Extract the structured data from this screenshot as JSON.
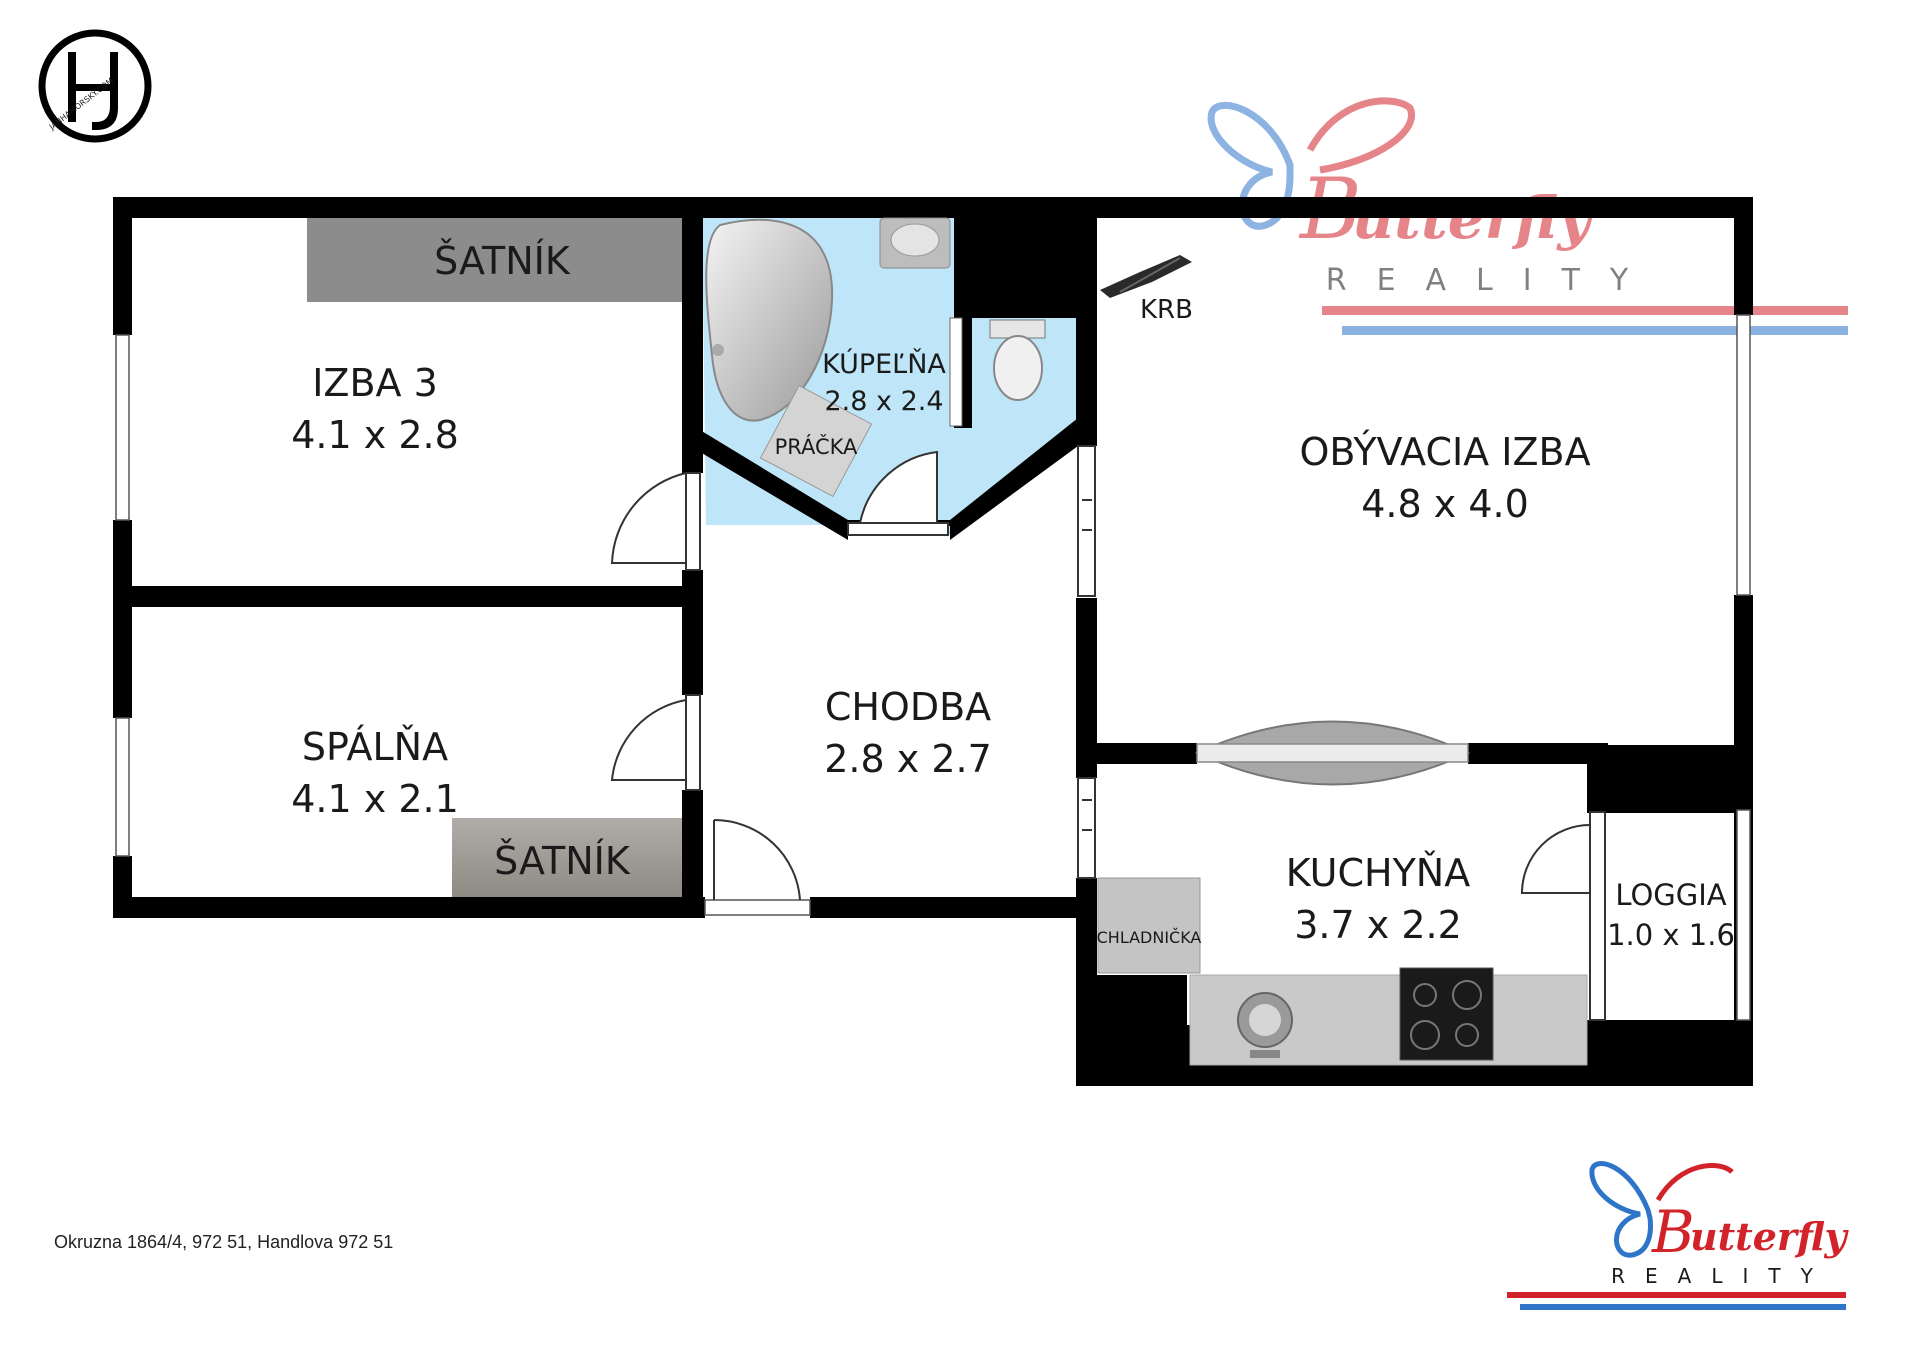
{
  "logo": {
    "text": "JANHAMORSKY.COM"
  },
  "watermark": {
    "brand": "utterfly",
    "brand_initial": "B",
    "sub": "REALITY"
  },
  "brand_logo": {
    "brand": "utterfly",
    "brand_initial": "B",
    "sub": "REALITY"
  },
  "rooms": {
    "izba3": {
      "name": "IZBA 3",
      "size": "4.1 x 2.8"
    },
    "spalna": {
      "name": "SPÁLŇA",
      "size": "4.1 x 2.1"
    },
    "kupelna": {
      "name": "KÚPEĽŇA",
      "size": "2.8 x 2.4"
    },
    "chodba": {
      "name": "CHODBA",
      "size": "2.8 x 2.7"
    },
    "obyvacia": {
      "name": "OBÝVACIA IZBA",
      "size": "4.8 x 4.0"
    },
    "kuchyna": {
      "name": "KUCHYŇA",
      "size": "3.7 x 2.2"
    },
    "loggia": {
      "name": "LOGGIA",
      "size": "1.0 x 1.6"
    }
  },
  "fixtures": {
    "satnik_top": "ŠATNÍK",
    "satnik_bottom": "ŠATNÍK",
    "pracka": "PRÁČKA",
    "krb": "KRB",
    "chladnicka": "CHLADNIČKA"
  },
  "address": "Okruzna 1864/4, 972 51, Handlova 972 51",
  "colors": {
    "wall": "#000000",
    "bathroom_floor": "#bfe6f8",
    "wardrobe_top": "#8c8c8c",
    "wardrobe_bottom": "#9a9792",
    "counter": "#c9c9c9",
    "brand_red": "#d2232a",
    "brand_blue": "#2e74c9"
  }
}
